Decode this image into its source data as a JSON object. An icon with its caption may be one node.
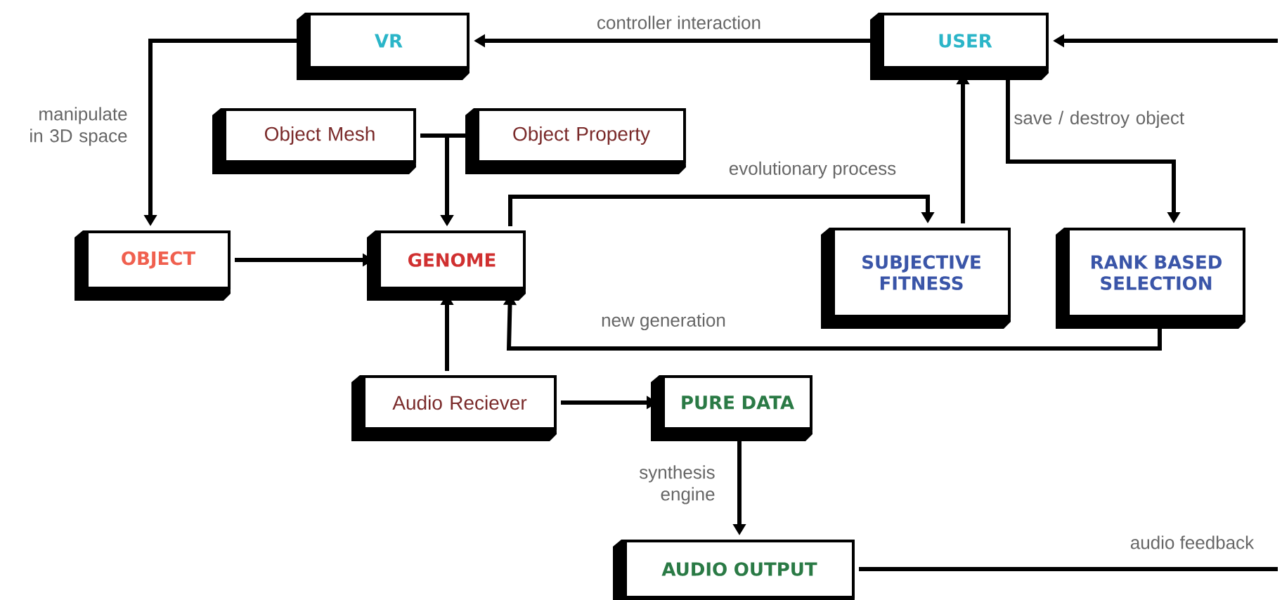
{
  "diagram": {
    "nodes": [
      {
        "text": [
          "VR"
        ]
      },
      {
        "text": [
          "USER"
        ]
      },
      {
        "text": [
          "Object Mesh"
        ]
      },
      {
        "text": [
          "Object Property"
        ]
      },
      {
        "text": [
          "OBJECT"
        ]
      },
      {
        "text": [
          "GENOME"
        ]
      },
      {
        "text": [
          "SUBJECTIVE FITNESS"
        ]
      },
      {
        "text": [
          "RANK BASED SELECTION"
        ]
      },
      {
        "text": [
          "Audio Reciever"
        ]
      },
      {
        "text": [
          "PURE DATA"
        ]
      },
      {
        "text": [
          "AUDIO OUTPUT"
        ]
      }
    ],
    "edges": [
      {
        "from": 1,
        "to": 0,
        "arrow": "to",
        "label": "controller interaction"
      },
      {
        "from": 0,
        "to": 4,
        "arrow": "to",
        "label": "manipulate in 3D space"
      },
      {
        "from": 4,
        "to": 5,
        "arrow": "to"
      },
      {
        "from": 2,
        "to": 5,
        "arrow": "to"
      },
      {
        "from": 3,
        "to": 5,
        "arrow": "to"
      },
      {
        "from": 5,
        "to": 6,
        "arrow": "to",
        "label": "evolutionary process"
      },
      {
        "from": 6,
        "to": 1,
        "arrow": "to"
      },
      {
        "from": 1,
        "to": 7,
        "arrow": "to",
        "label": "save / destroy object"
      },
      {
        "from": 7,
        "to": 5,
        "arrow": "to",
        "label": "new generation"
      },
      {
        "from": 8,
        "to": 5,
        "arrow": "to"
      },
      {
        "from": 8,
        "to": 9,
        "arrow": "to"
      },
      {
        "from": 9,
        "to": 10,
        "arrow": "to",
        "label": "synthesis engine"
      },
      {
        "from": 10,
        "to": null,
        "arrow": "none",
        "label": "audio feedback"
      },
      {
        "from": null,
        "to": 1,
        "arrow": "to"
      }
    ]
  }
}
